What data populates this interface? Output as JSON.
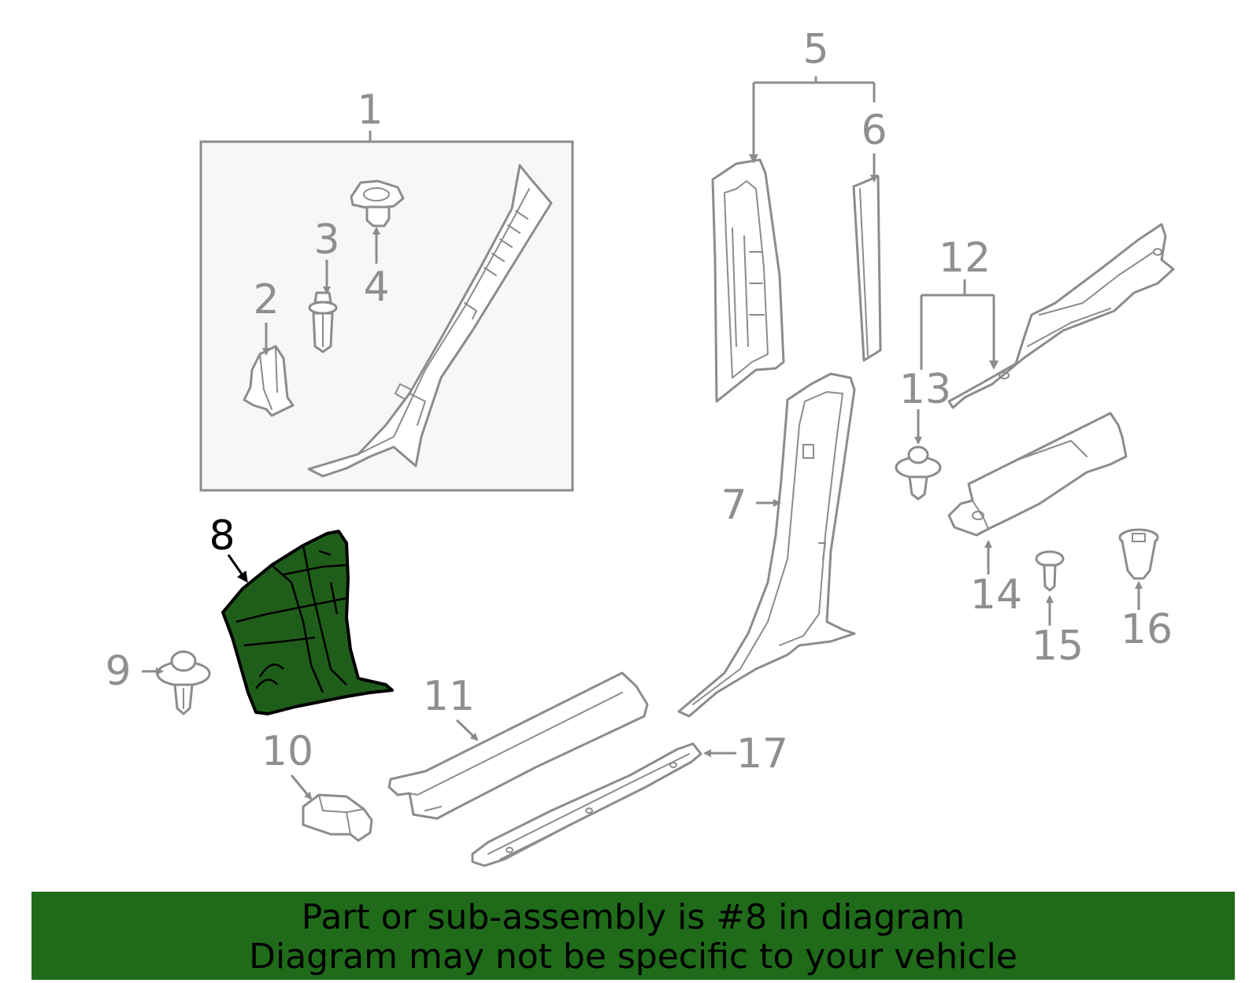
{
  "diagram": {
    "highlighted_part": "8",
    "callouts": [
      "1",
      "2",
      "3",
      "4",
      "5",
      "6",
      "7",
      "8",
      "9",
      "10",
      "11",
      "12",
      "13",
      "14",
      "15",
      "16",
      "17"
    ],
    "colors": {
      "highlight": "#1f5e1a",
      "line_art": "#8c8c8c",
      "banner": "#1f6b1a",
      "group_box": "#f7f7f7"
    }
  },
  "banner": {
    "line1": "Part or sub-assembly is #8 in diagram",
    "line2": "Diagram may not be specific to your vehicle"
  }
}
